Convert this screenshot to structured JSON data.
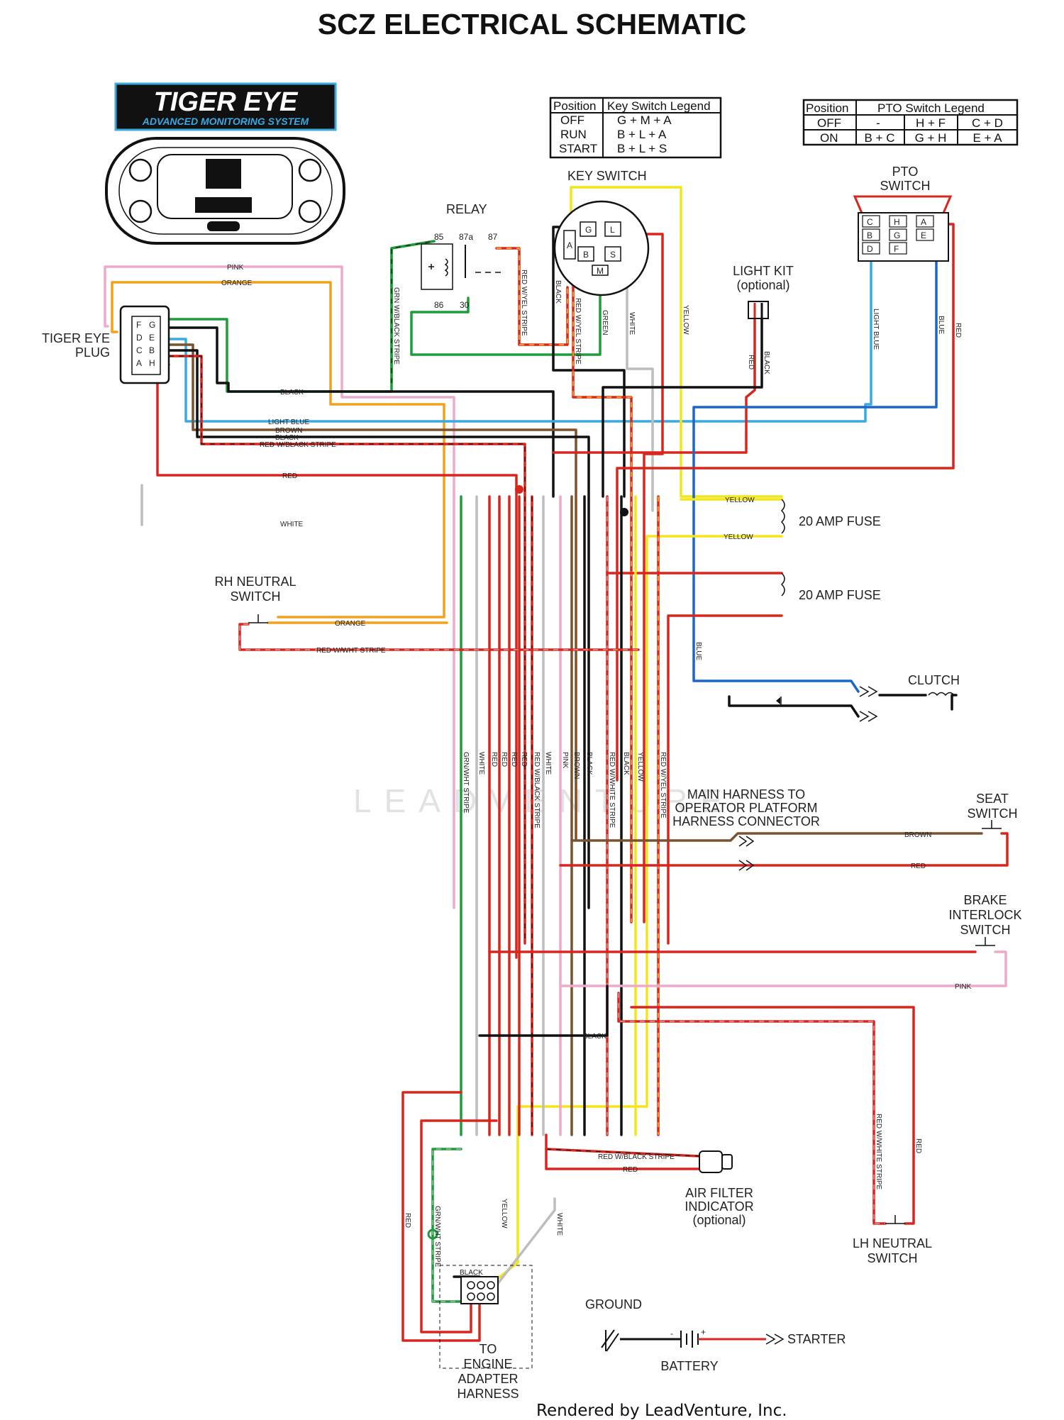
{
  "title": "SCZ ELECTRICAL SCHEMATIC",
  "logo": {
    "brand": "TIGER EYE",
    "tagline": "ADVANCED MONITORING SYSTEM"
  },
  "labels": {
    "relay": "RELAY",
    "key_switch": "KEY SWITCH",
    "pto_switch": [
      "PTO",
      "SWITCH"
    ],
    "light_kit": [
      "LIGHT KIT",
      "(optional)"
    ],
    "tiger_eye_plug": [
      "TIGER EYE",
      "PLUG"
    ],
    "rh_neutral": [
      "RH NEUTRAL",
      "SWITCH"
    ],
    "fuse_1": "20 AMP FUSE",
    "fuse_2": "20 AMP FUSE",
    "clutch": "CLUTCH",
    "main_harness": [
      "MAIN HARNESS TO",
      "OPERATOR PLATFORM",
      "HARNESS CONNECTOR"
    ],
    "seat_switch": [
      "SEAT",
      "SWITCH"
    ],
    "brake_interlock": [
      "BRAKE",
      "INTERLOCK",
      "SWITCH"
    ],
    "air_filter": [
      "AIR FILTER",
      "INDICATOR",
      "(optional)"
    ],
    "lh_neutral": [
      "LH NEUTRAL",
      "SWITCH"
    ],
    "ground": "GROUND",
    "battery": "BATTERY",
    "starter": "STARTER",
    "engine_adapter": [
      "TO",
      "ENGINE",
      "ADAPTER",
      "HARNESS"
    ]
  },
  "relay_pins": [
    "85",
    "87a",
    "87",
    "86",
    "30"
  ],
  "key_switch_pins": [
    "G",
    "L",
    "A",
    "B",
    "S",
    "M"
  ],
  "key_switch_legend": {
    "headers": [
      "Position",
      "Key Switch Legend"
    ],
    "rows": [
      [
        "OFF",
        "G + M + A"
      ],
      [
        "RUN",
        "B + L + A"
      ],
      [
        "START",
        "B + L + S"
      ]
    ]
  },
  "pto_switch_legend": {
    "headers": [
      "Position",
      "PTO Switch Legend"
    ],
    "rows": [
      [
        "OFF",
        "-",
        "H + F",
        "C + D"
      ],
      [
        "ON",
        "B + C",
        "G + H",
        "E + A"
      ]
    ]
  },
  "pto_pins": [
    "C",
    "H",
    "A",
    "B",
    "G",
    "E",
    "D",
    "F"
  ],
  "plug_pins": [
    "F",
    "G",
    "D",
    "E",
    "C",
    "B",
    "A",
    "H"
  ],
  "wire_labels": {
    "pink": "PINK",
    "orange": "ORANGE",
    "black": "BLACK",
    "light_blue": "LIGHT BLUE",
    "brown": "BROWN",
    "black2": "BLACK",
    "red_black": "RED W/BLACK STRIPE",
    "red": "RED",
    "white": "WHITE",
    "orange_rh": "ORANGE",
    "red_white_rh": "RED W/WHT STRIPE",
    "grn_black": "GRN W/BLACK STRIPE",
    "red_yel_relay": "RED W/YEL STRIPE",
    "black_key": "BLACK",
    "red_yel_key": "RED W/YEL STRIPE",
    "green_key": "GREEN",
    "white_key": "WHITE",
    "yellow_key": "YELLOW",
    "light_red": "RED",
    "light_black": "BLACK",
    "light_blue_pto": "LIGHT BLUE",
    "blue_pto": "BLUE",
    "red_pto": "RED",
    "yellow_f1a": "YELLOW",
    "yellow_f1b": "YELLOW",
    "blue_clutch": "BLUE",
    "v1": "GRN/WHT STRIPE",
    "v2": "WHITE",
    "v3": "RED",
    "v4": "RED",
    "v5": "RED",
    "v6": "RED",
    "v7": "RED W/BLACK STRIPE",
    "v8": "WHITE",
    "v9": "PINK",
    "v10": "BROWN",
    "v11": "BLACK",
    "v12": "RED W/WHITE STRIPE",
    "v13": "BLACK",
    "v14": "YELLOW",
    "v15": "RED W/YEL STRIPE",
    "brown_seat": "BROWN",
    "red_seat": "RED",
    "pink_brake": "PINK",
    "black_low": "BLACK",
    "red_black_af": "RED W/BLACK STRIPE",
    "red_af": "RED",
    "red_lh": "RED W/WHITE STRIPE",
    "red_lh2": "RED",
    "red_left": "RED",
    "grn_wht_low": "GRN/WHT STRIPE",
    "yellow_low": "YELLOW",
    "white_low": "WHITE",
    "black_eng": "BLACK"
  },
  "battery_polarity": [
    "-",
    "+"
  ],
  "watermark": "LEADVENTURE",
  "credit": "Rendered by LeadVenture, Inc.",
  "colors": {
    "black": "#111111",
    "red": "#d7261e",
    "green": "#1f9a3c",
    "yellow": "#f2e51a",
    "orange": "#f0a21d",
    "pink": "#eeaacb",
    "light_blue": "#3aa9e0",
    "blue": "#1c66c4",
    "brown": "#7a5230",
    "white_wire": "#bdbdbd",
    "stripe_red": "#d63a2f"
  }
}
